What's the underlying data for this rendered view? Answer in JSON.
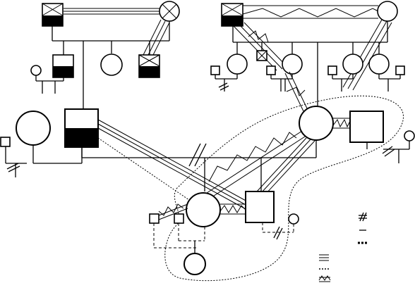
{
  "figure": {
    "kind": "genogram",
    "legend_symbols": [
      "cutoff-hash",
      "distant-line",
      "fused-line",
      "triple-line",
      "dotted-line",
      "conflict-zigzag"
    ]
  },
  "colors": {
    "ink": "#000000",
    "background": "#ffffff"
  }
}
